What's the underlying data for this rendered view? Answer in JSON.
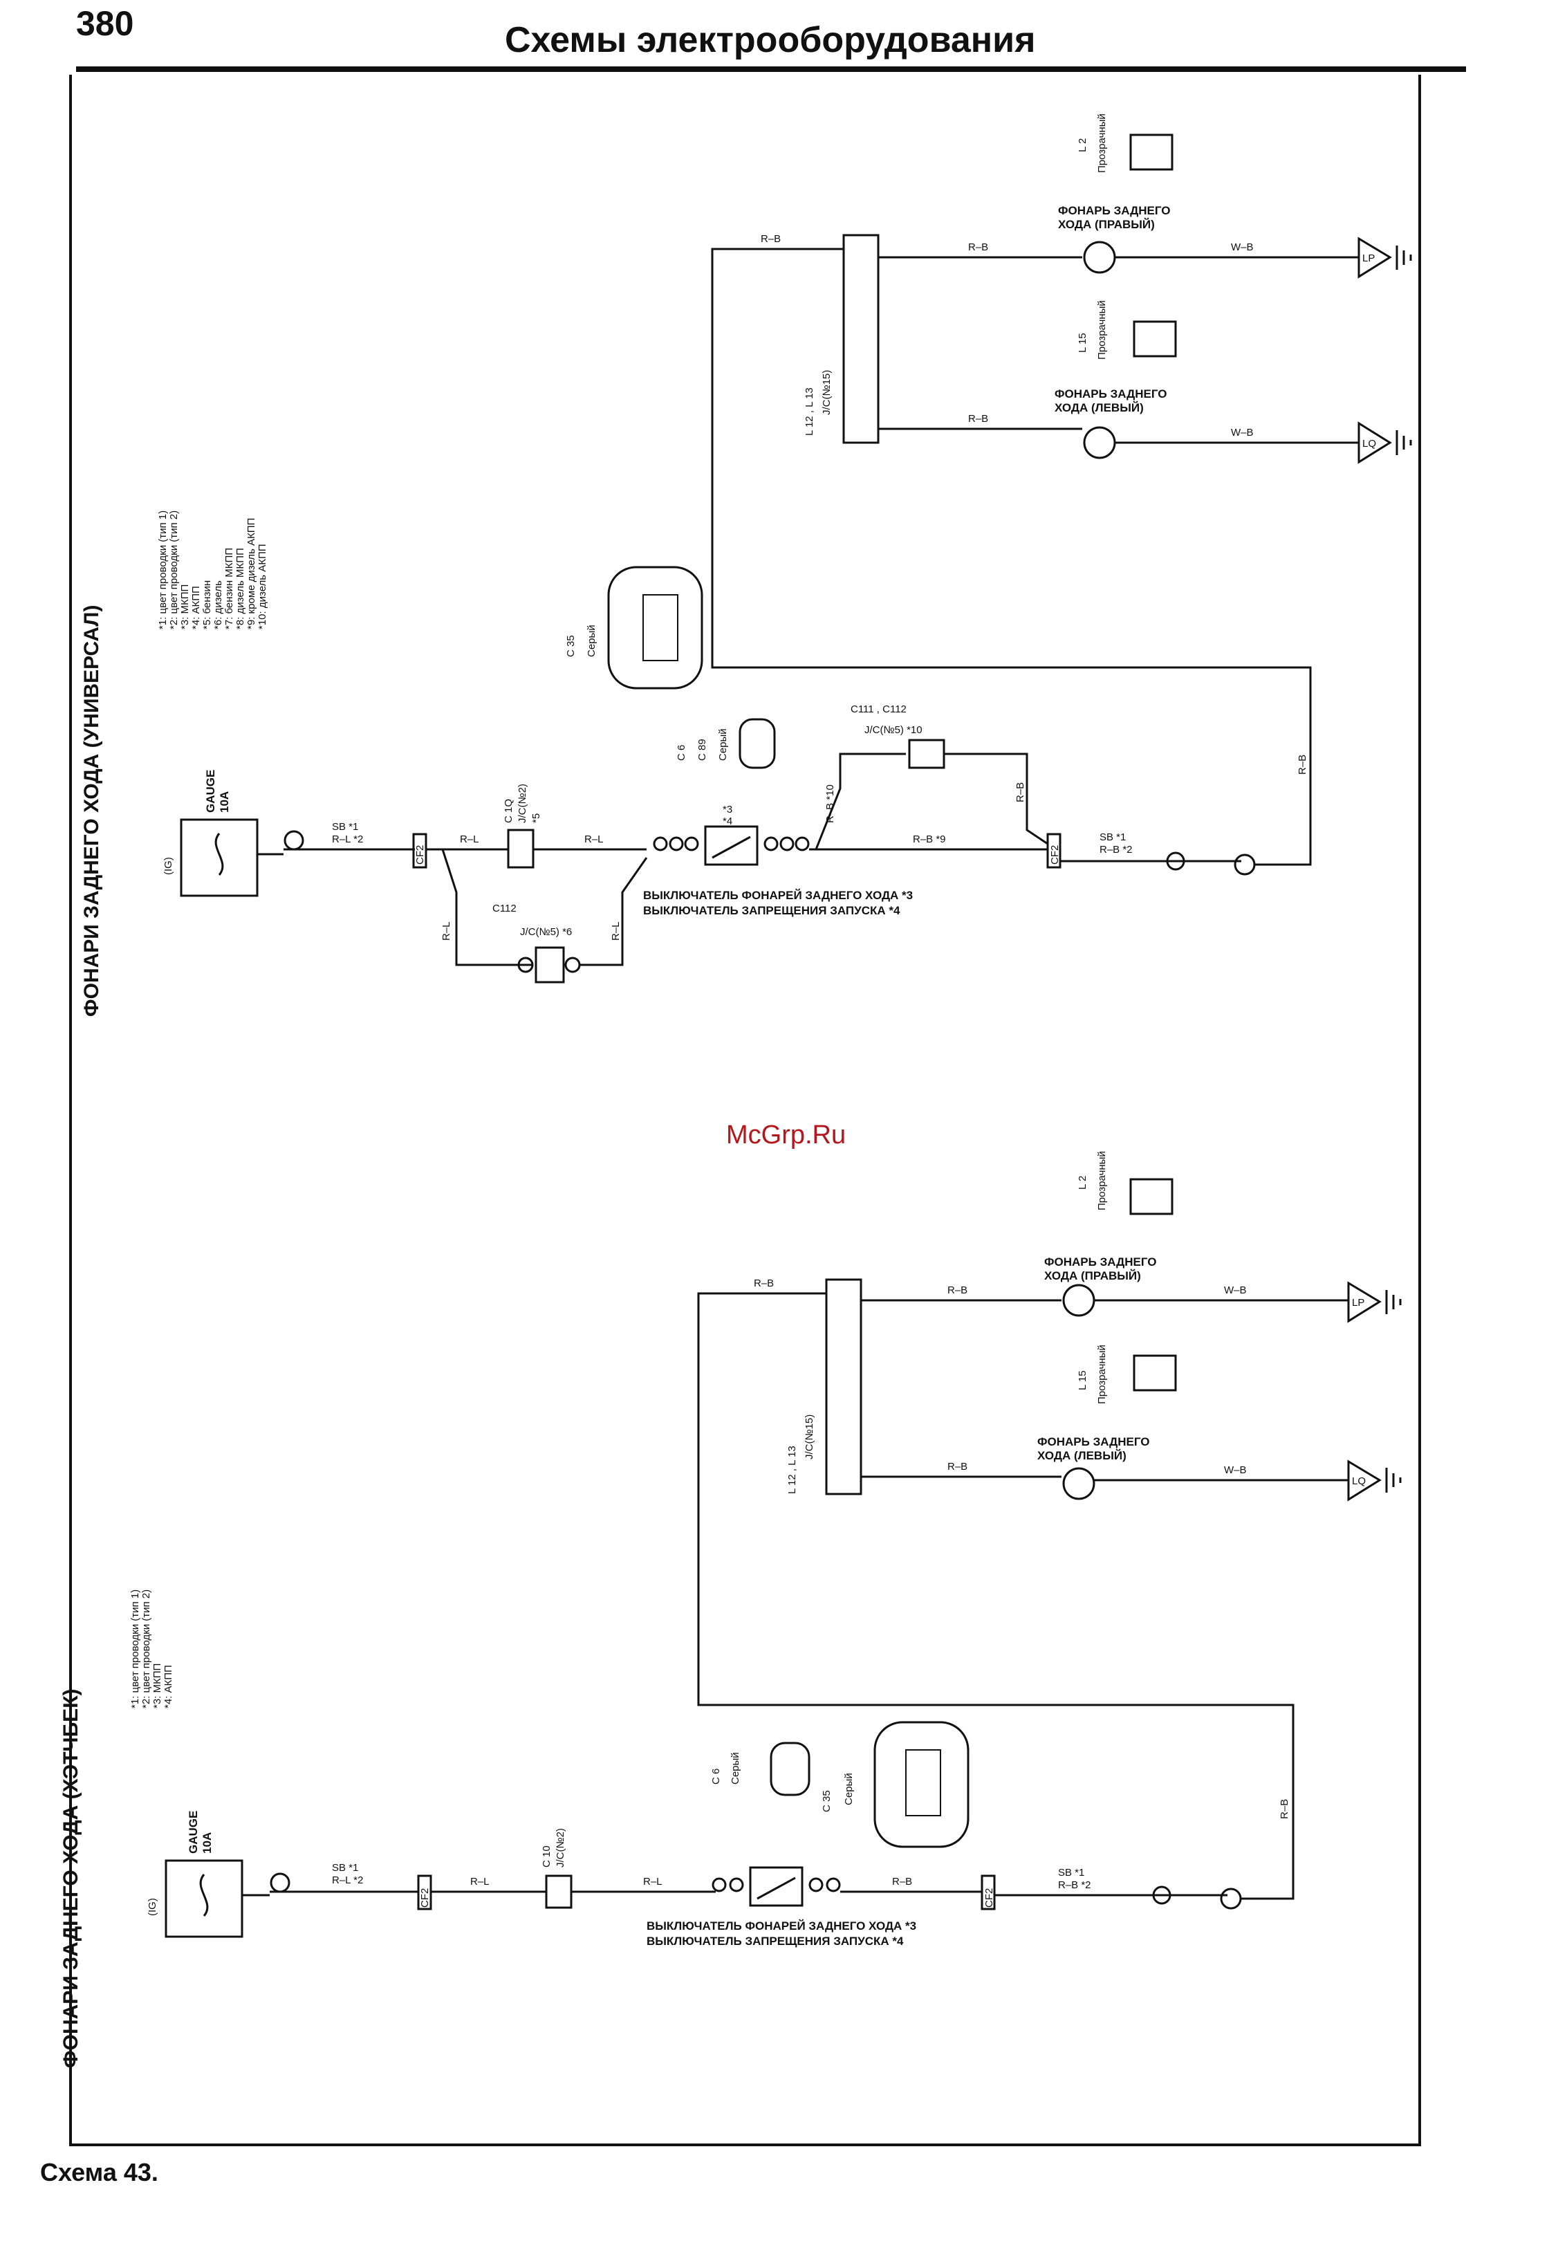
{
  "header": {
    "page_number": "380",
    "title": "Схемы электрооборудования"
  },
  "footer": {
    "caption": "Схема 43."
  },
  "watermark": "McGrp.Ru",
  "wagon": {
    "title": "ФОНАРИ ЗАДНЕГО ХОДА (УНИВЕРСАЛ)",
    "notes": [
      "*1: цвет проводки (тип 1)",
      "*2: цвет проводки (тип 2)",
      "*3: МКПП",
      "*4: АКПП",
      "*5: бензин",
      "*6: дизель",
      "*7: бензин МКПП",
      "*8: дизель МКПП",
      "*9: кроме дизель АКПП",
      "*10: дизель АКПП"
    ],
    "ig": "(IG)",
    "fuse": [
      "GAUGE",
      "10A"
    ],
    "wire_sb": "SB  *1",
    "wire_rl2": "R–L  *2",
    "wire_rl": "R–L",
    "wire_rb": "R–B",
    "wire_wb": "W–B",
    "jc2_top": "C 1Q",
    "jc2_name": "J/C(№2)",
    "jc2_sub": "*5",
    "jc5_label": "C112",
    "jc5_name": "J/C(№5) *6",
    "switch_name": "ВЫКЛЮЧАТЕЛЬ ФОНАРЕЙ ЗАДНЕГО ХОДА *3",
    "switch_name2": "ВЫКЛЮЧАТЕЛЬ ЗАПРЕЩЕНИЯ ЗАПУСКА *4",
    "sw_notes": [
      "*3",
      "*4"
    ],
    "c6": "C 6",
    "c89": "C 89",
    "grey": "Серый",
    "c35": "C 35",
    "jc5b_label": "C111 , C112",
    "jc5b_name": "J/C(№5)  *10",
    "jc15_label": "L 12 , L 13",
    "jc15_name": "J/C(№15)",
    "lamp_r": [
      "ФОНАРЬ ЗАДНЕГО",
      "ХОДА (ПРАВЫЙ)"
    ],
    "lamp_l": [
      "ФОНАРЬ ЗАДНЕГО",
      "ХОДА (ЛЕВЫЙ)"
    ],
    "l2": "L 2",
    "l15": "L 15",
    "transp": "Прозрачный",
    "gnd_r": "LP",
    "gnd_l": "LQ",
    "wire_sb2": "SB  *1",
    "wire_rb2": "R–B  *2",
    "rb9": "R–B  *9",
    "rb10": "R–B  *10",
    "connector_if": "CF2",
    "connector_if2": "CF2"
  },
  "hatch": {
    "title": "ФОНАРИ ЗАДНЕГО ХОДА (ХЭТЧБЕК)",
    "notes": [
      "*1: цвет проводки (тип 1)",
      "*2: цвет проводки (тип 2)",
      "*3: МКПП",
      "*4: АКПП"
    ],
    "ig": "(IG)",
    "fuse": [
      "GAUGE",
      "10A"
    ],
    "wire_sb": "SB  *1",
    "wire_rl2": "R–L  *2",
    "wire_rl": "R–L",
    "wire_rb": "R–B",
    "wire_wb": "W–B",
    "jc2_top": "C 10",
    "jc2_name": "J/C(№2)",
    "switch_name": "ВЫКЛЮЧАТЕЛЬ ФОНАРЕЙ ЗАДНЕГО ХОДА *3",
    "switch_name2": "ВЫКЛЮЧАТЕЛЬ ЗАПРЕЩЕНИЯ ЗАПУСКА *4",
    "c6": "C 6",
    "grey": "Серый",
    "c35": "C 35",
    "jc15_label": "L 12 , L 13",
    "jc15_name": "J/C(№15)",
    "lamp_r": [
      "ФОНАРЬ ЗАДНЕГО",
      "ХОДА (ПРАВЫЙ)"
    ],
    "lamp_l": [
      "ФОНАРЬ ЗАДНЕГО",
      "ХОДА (ЛЕВЫЙ)"
    ],
    "l2": "L 2",
    "l15": "L 15",
    "transp": "Прозрачный",
    "gnd_r": "LP",
    "gnd_l": "LQ",
    "wire_sb2": "SB  *1",
    "wire_rb2": "R–B  *2",
    "connector_if": "CF2",
    "connector_if2": "CF2"
  }
}
